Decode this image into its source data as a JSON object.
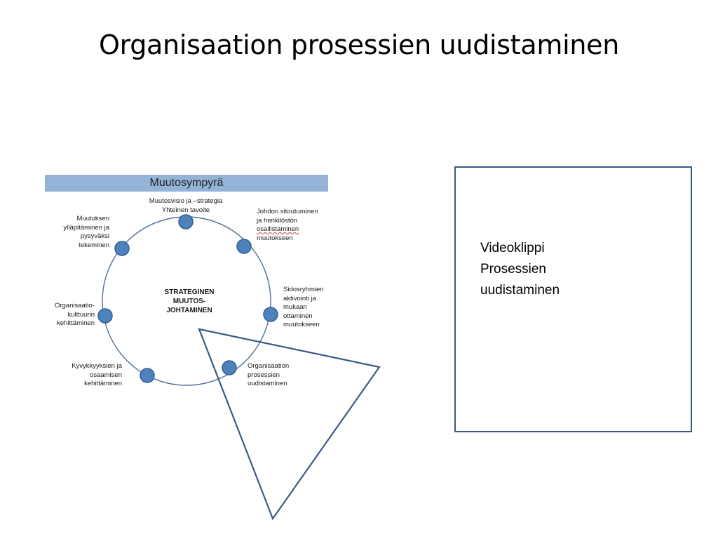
{
  "slide": {
    "title": "Organisaation prosessien uudistaminen"
  },
  "diagram": {
    "header": "Muutosympyrä",
    "center_lines": [
      "STRATEGINEN",
      "MUUTOS-",
      "JOHTAMINEN"
    ],
    "nodes": [
      {
        "id": "top",
        "lines": [
          "Muutosvisio  ja –strategia",
          "Yhteinen tavoite"
        ]
      },
      {
        "id": "upper-right",
        "lines": [
          "Johdon  sitoutuminen",
          "ja henkilöstön",
          "osallistaminen",
          "muutokseen"
        ]
      },
      {
        "id": "right",
        "lines": [
          "Sidosryhmien",
          "aktivointi ja",
          "mukaan",
          "ottaminen",
          "muutokseen"
        ]
      },
      {
        "id": "lower-right",
        "lines": [
          "Organisaation",
          "prosessien",
          "uudistaminen"
        ]
      },
      {
        "id": "lower-left",
        "lines": [
          "Kyvykkyyksien  ja",
          "osaamisen",
          "kehittäminen"
        ]
      },
      {
        "id": "left",
        "lines": [
          "Organisaatio-",
          "kulttuurin",
          "kehittäminen"
        ]
      },
      {
        "id": "upper-left",
        "lines": [
          "Muutoksen",
          "ylläpitäminen ja",
          "pysyväksi",
          "tekeminen"
        ]
      }
    ],
    "colors": {
      "header_bg": "#95b3d7",
      "circle_stroke": "#4f6f93",
      "node_fill": "#4f81bd",
      "node_stroke": "#2f5f95",
      "triangle_stroke": "#3a5a86"
    }
  },
  "video_box": {
    "lines": [
      "Videoklippi",
      "Prosessien",
      "uudistaminen"
    ]
  }
}
